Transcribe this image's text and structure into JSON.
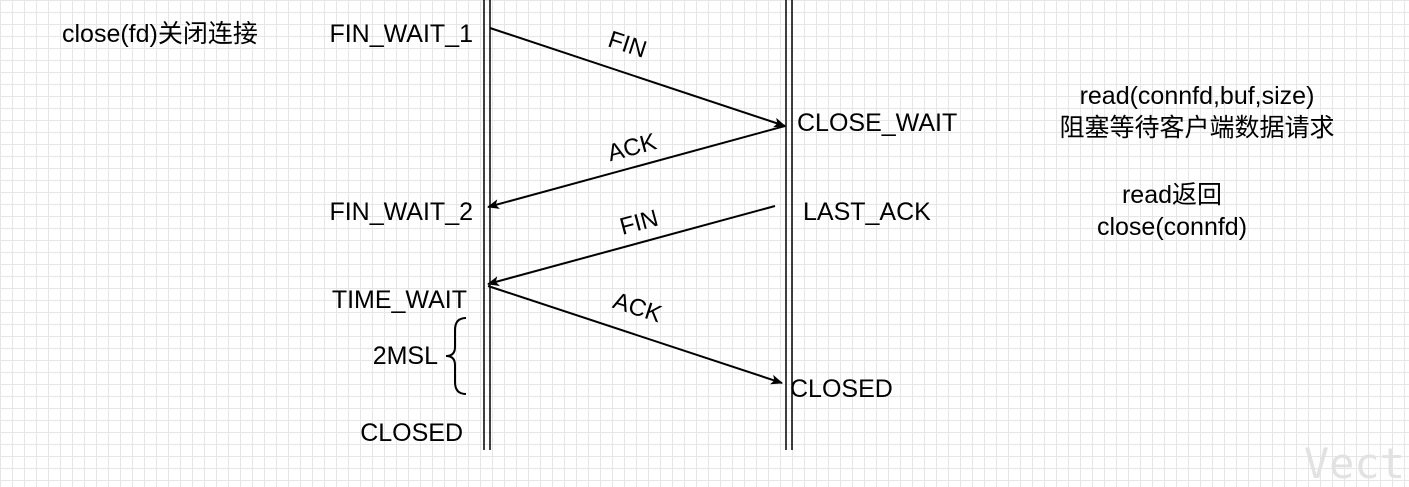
{
  "client": {
    "action": "close(fd)关闭连接",
    "states": {
      "fin_wait_1": "FIN_WAIT_1",
      "fin_wait_2": "FIN_WAIT_2",
      "time_wait": "TIME_WAIT",
      "msl": "2MSL",
      "closed": "CLOSED"
    }
  },
  "server": {
    "states": {
      "close_wait": "CLOSE_WAIT",
      "last_ack": "LAST_ACK",
      "closed": "CLOSED"
    },
    "notes": {
      "read_call": "read(connfd,buf,size)",
      "read_block": "阻塞等待客户端数据请求",
      "read_return": "read返回",
      "close_call": "close(connfd)"
    }
  },
  "messages": {
    "fin_1": "FIN",
    "ack_1": "ACK",
    "fin_2": "FIN",
    "ack_2": "ACK"
  },
  "watermark": "Vect"
}
